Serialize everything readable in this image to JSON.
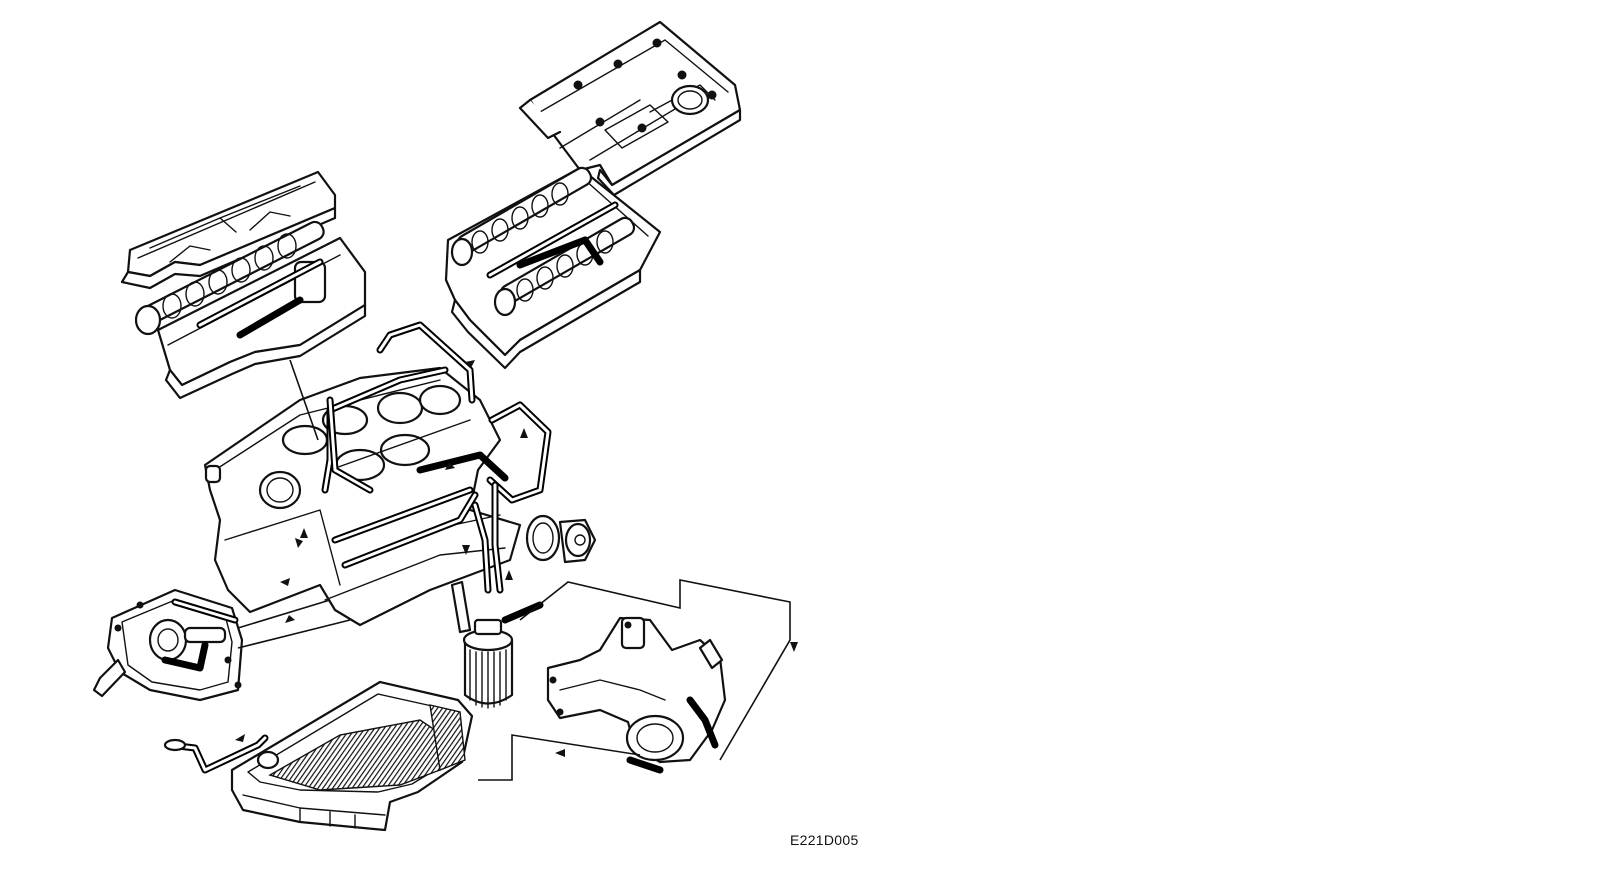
{
  "figure": {
    "code": "E221D005"
  },
  "parts": [
    {
      "name": "right-cam-cover",
      "icon": "cam-cover-icon"
    },
    {
      "name": "right-cylinder-head",
      "icon": "cylinder-head-icon"
    },
    {
      "name": "left-cam-cover",
      "icon": "cam-cover-icon"
    },
    {
      "name": "left-cylinder-head",
      "icon": "cylinder-head-icon"
    },
    {
      "name": "engine-block",
      "icon": "engine-block-icon"
    },
    {
      "name": "water-pump",
      "icon": "water-pump-icon"
    },
    {
      "name": "oil-pump-front-cover",
      "icon": "oil-pump-icon"
    },
    {
      "name": "oil-filter",
      "icon": "oil-filter-icon"
    },
    {
      "name": "oil-cooler-housing",
      "icon": "oil-cooler-icon"
    },
    {
      "name": "oil-pan",
      "icon": "oil-pan-icon"
    },
    {
      "name": "oil-pickup-tube",
      "icon": "pickup-tube-icon"
    }
  ]
}
